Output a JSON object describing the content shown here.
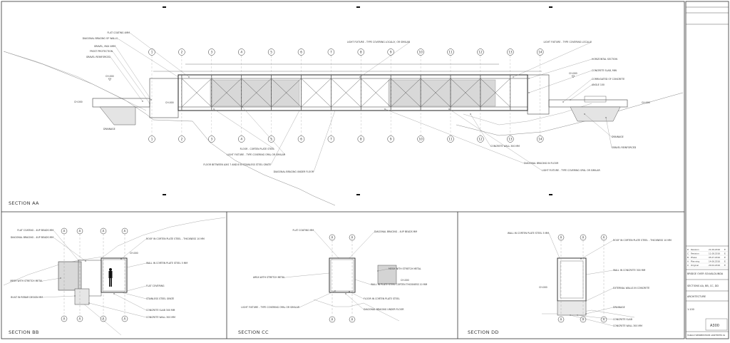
{
  "sections": {
    "aa": {
      "title": "SECTION AA",
      "grid_numbers": [
        "1",
        "2",
        "3",
        "4",
        "5",
        "6",
        "7",
        "8",
        "9",
        "10",
        "11",
        "12",
        "13",
        "14"
      ],
      "labels_top": [
        "FLAT COATING 4MM",
        "DIAGONAL BRACING OF WALLS",
        "GRAVEL, MAX 4MM",
        "FROST PROTECTION",
        "GRAVEL REINFORCED",
        "LIGHT FIXTURE - TYPE COVERING LOCALLY, OR SIMILAR",
        "LIGHT FIXTURE - TYPE COVERING LOCALLY",
        "HORIZONTAL SECTION",
        "CONCRETE SLAB, MIN",
        "CORRUGATED OF CONCRETE",
        "ANGLE 100"
      ],
      "labels_bottom": [
        "FLOOR - CORTEN PLATE STEEL",
        "LIGHT FIXTURE - TYPE COVERING OPAL OR SIMILAR",
        "FLOOR BETWEEN AXIS 7 AND 8 IN STAINLESS STEEL GRATE",
        "DIAGONAL BRACING UNDER FLOOR",
        "CONCRETE WALL 300 MM",
        "DIAGONAL BRACING IN FLOOR",
        "LIGHT FIXTURE - TYPE COVERING OPAL OR SIMILAR",
        "DRAINAGE",
        "GRAVEL REINFORCED"
      ],
      "left_label": "DRAINAGE"
    },
    "bb": {
      "title": "SECTION BB",
      "labels": [
        "FLAT COATING - 4UP BEADS MM",
        "DIAGONAL BRACING - 4UP BEADS MM",
        "ROOF IN CORTEN PLATE STEEL - THICKNESS 10 MM",
        "WALL IN CORTEN PLATE STEEL 5 MM",
        "MESH WITH STRETCH METAL",
        "FLAT COVERING",
        "STAINLESS STEEL GRATE",
        "CONCRETE SLAB 300 MM",
        "CONCRETE WALL 300 MM",
        "BUILT IN REBAR DESIGN MM"
      ]
    },
    "cc": {
      "title": "SECTION CC",
      "labels": [
        "FLAT COATING MM",
        "DIAGONAL BRACING - 4UP BEADS MM",
        "AREA WITH STRETCH METAL",
        "MESH WITH STRETCH METAL",
        "WALL IN PLATE STEEL CORTEN THICKNESS 10 MM",
        "LIGHT FIXTURE - TYPE COVERING OPAL OR SIMILAR",
        "FLOOR IN CORTEN PLATE STEEL",
        "DIAGONAL BRACING UNDER FLOOR"
      ]
    },
    "dd": {
      "title": "SECTION DD",
      "labels": [
        "WALL IN CORTEN PLATE STEEL 5 MM",
        "ROOF IN CORTEN PLATE STEEL - THICKNESS 10 MM",
        "WALL IN CONCRETE 300 MM",
        "EXTERNAL WALLS IN CONCRETE",
        "DRAINAGE",
        "CONCRETE SLAB",
        "CONCRETE WALL 300 MM"
      ]
    },
    "axis_letter": "A",
    "level_tag": "CH.000"
  },
  "title_block": {
    "revision_table": [
      [
        "D",
        "Revision",
        "21.09.2016",
        "E"
      ],
      [
        "C",
        "Revision",
        "11.08.2016",
        "E"
      ],
      [
        "B",
        "Phase",
        "05.07.2016",
        "E"
      ],
      [
        "A",
        "Planning",
        "14.06.2016",
        "E"
      ],
      [
        "0",
        "Original",
        "20.04.2016",
        "E"
      ]
    ],
    "project": "BRIDGE OVER SOLVALDLINDA",
    "drawing": "SECTIONS AA, BB, CC, DD",
    "discipline": "ARCHITECTURE",
    "scale": "1:100",
    "drawing_number": "A300",
    "company": "HARALD WENNERSTROM ARKITEKTER AS"
  }
}
